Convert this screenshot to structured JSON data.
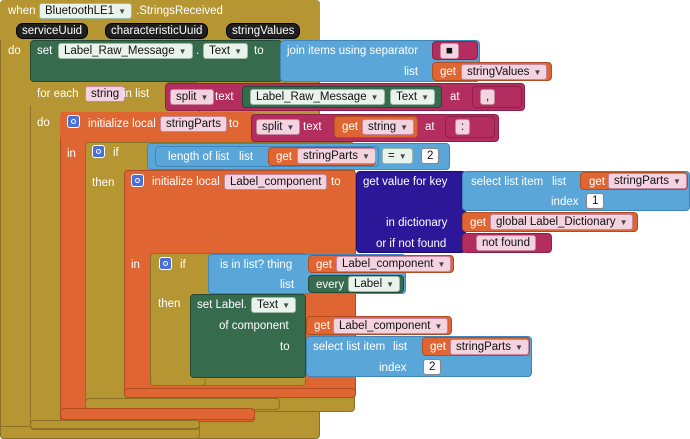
{
  "event": {
    "when": "when",
    "component": "BluetoothLE1",
    "event_name": ".StringsReceived",
    "params": [
      "serviceUuid",
      "characteristicUuid",
      "stringValues"
    ],
    "do": "do"
  },
  "set_raw": {
    "set": "set",
    "component": "Label_Raw_Message",
    "dot": ".",
    "property": "Text",
    "to": "to"
  },
  "join": {
    "label": "join items using separator",
    "separator": "■",
    "list_label": "list",
    "get": "get",
    "var": "stringValues"
  },
  "foreach": {
    "for_each": "for each",
    "item": "string",
    "in_list": "in list",
    "do": "do"
  },
  "split1": {
    "split": "split",
    "text": "text",
    "component": "Label_Raw_Message",
    "property": "Text",
    "at": "at",
    "sep": ","
  },
  "init1": {
    "label": "initialize local",
    "name": "stringParts",
    "to": "to",
    "in": "in"
  },
  "split2": {
    "split": "split",
    "text": "text",
    "get": "get",
    "var": "string",
    "at": "at",
    "sep": ":"
  },
  "if1": {
    "if": "if",
    "then": "then",
    "length_of": "length of list",
    "list": "list",
    "get": "get",
    "var": "stringParts",
    "op": "=",
    "value": "2"
  },
  "init2": {
    "label": "initialize local",
    "name": "Label_component",
    "to": "to",
    "in": "in"
  },
  "dict": {
    "get_value": "get value for key",
    "in_dictionary": "in dictionary",
    "or_if_not_found": "or if not found",
    "select": "select list item",
    "list": "list",
    "get": "get",
    "var": "stringParts",
    "index_label": "index",
    "index": "1",
    "global_var": "global Label_Dictionary",
    "not_found": "not found"
  },
  "if2": {
    "if": "if",
    "then": "then",
    "is_in_list": "is in list? thing",
    "list": "list",
    "get": "get",
    "var": "Label_component",
    "every": "every",
    "every_type": "Label"
  },
  "setlabel": {
    "set": "set Label.",
    "property": "Text",
    "of_component": "of component",
    "get": "get",
    "var": "Label_component",
    "to": "to",
    "select": "select list item",
    "list": "list",
    "get2": "get",
    "var2": "stringParts",
    "index_label": "index",
    "index": "2"
  },
  "colors": {
    "event": "#B69533",
    "variable": "#DF6633",
    "text": "#B32D5E",
    "list": "#5BA6D9",
    "dictionary": "#2D1799",
    "component": "#366B4E"
  }
}
